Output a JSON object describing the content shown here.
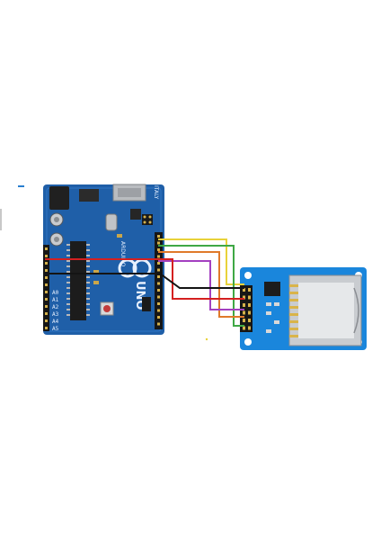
{
  "board": {
    "name": "UNO",
    "brand": "ARDUINO",
    "made_in": "ITALY",
    "analog_labels": [
      "A0",
      "A1",
      "A2",
      "A3",
      "A4",
      "A5"
    ],
    "color": "#1f5fa8"
  },
  "module": {
    "color": "#1a86dc"
  },
  "wires": [
    {
      "color": "#e8d23a"
    },
    {
      "color": "#3fa845"
    },
    {
      "color": "#e07a2a"
    },
    {
      "color": "#a340c0"
    },
    {
      "color": "#d42020"
    },
    {
      "color": "#141414"
    }
  ]
}
